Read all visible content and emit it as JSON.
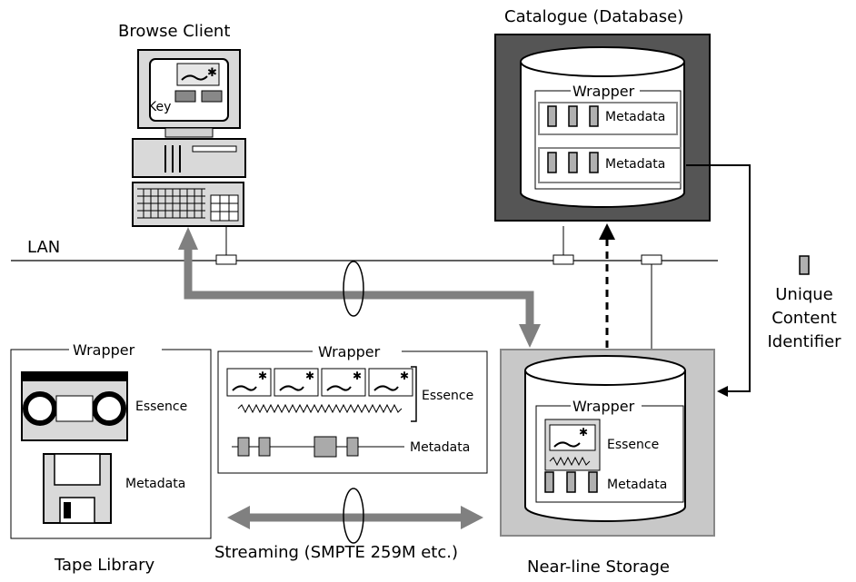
{
  "browse_client": {
    "title": "Browse Client",
    "key_label": "Key"
  },
  "network": {
    "lan_label": "LAN"
  },
  "catalogue": {
    "title": "Catalogue (Database)",
    "wrapper_label": "Wrapper",
    "metadata_label_1": "Metadata",
    "metadata_label_2": "Metadata"
  },
  "identifier_legend": {
    "line1": "Unique",
    "line2": "Content",
    "line3": "Identifier"
  },
  "tape_library": {
    "title": "Tape Library",
    "wrapper_label": "Wrapper",
    "essence_label": "Essence",
    "metadata_label": "Metadata"
  },
  "streaming": {
    "title": "Streaming (SMPTE 259M etc.)",
    "wrapper_label": "Wrapper",
    "essence_label": "Essence",
    "metadata_label": "Metadata"
  },
  "nearline": {
    "title": "Near-line Storage",
    "wrapper_label": "Wrapper",
    "essence_label": "Essence",
    "metadata_label": "Metadata"
  },
  "colors": {
    "catalogue_frame": "#555555",
    "nearline_frame": "#c8c8c8",
    "arrow_gray": "#808080",
    "box_gray": "#cfcfcf"
  }
}
